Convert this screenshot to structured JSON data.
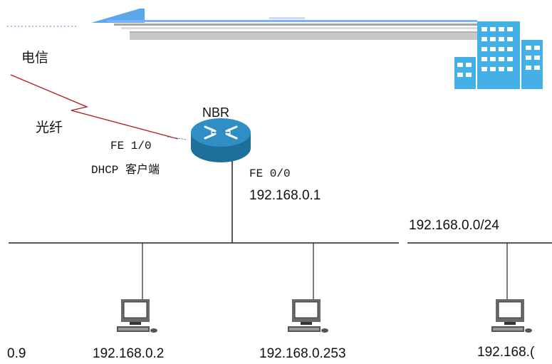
{
  "labels": {
    "isp": "电信",
    "fiber": "光纤",
    "router_name": "NBR",
    "wan_port": "FE 1/0",
    "wan_mode": "DHCP 客户端",
    "lan_port": "FE 0/0",
    "lan_ip": "192.168.0.1",
    "subnet": "192.168.0.0/24"
  },
  "hosts": [
    {
      "ip": "0.9"
    },
    {
      "ip": "192.168.0.2"
    },
    {
      "ip": "192.168.0.253"
    },
    {
      "ip": "192.168.("
    }
  ],
  "colors": {
    "fiber_line": "#b11a1a",
    "router_top": "#2f8fc4",
    "router_side": "#1f6f9d",
    "building": "#45b0e6",
    "banner_blue": "#5aa8ea",
    "banner_gray": "#c8c8c8",
    "line": "#222222"
  },
  "icons": [
    "router-icon",
    "computer-icon",
    "building-icon"
  ]
}
